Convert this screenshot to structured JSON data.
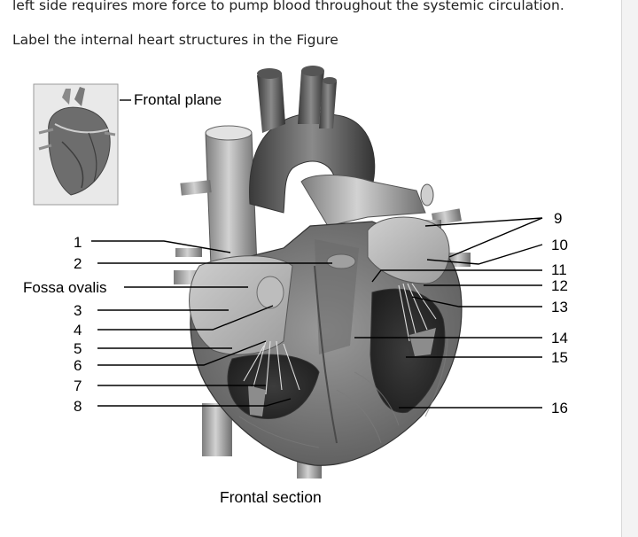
{
  "text": {
    "intro": "left side requires more force to pump blood throughout the systemic circulation.",
    "prompt": "Label the internal heart structures in the Figure"
  },
  "figure": {
    "inset_label": "Frontal plane",
    "caption": "Frontal section",
    "left_labels": [
      "1",
      "2",
      "Fossa ovalis",
      "3",
      "4",
      "5",
      "6",
      "7",
      "8"
    ],
    "right_labels": [
      "9",
      "10",
      "11",
      "12",
      "13",
      "14",
      "15",
      "16"
    ]
  }
}
